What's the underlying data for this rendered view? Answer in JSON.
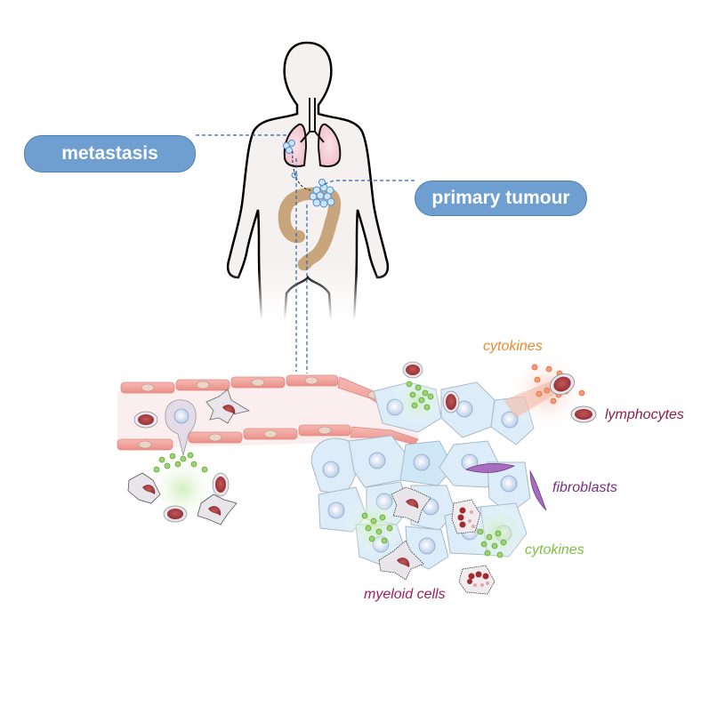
{
  "labels": {
    "metastasis": "metastasis",
    "primary_tumour": "primary tumour",
    "cytokines_top": "cytokines",
    "lymphocytes": "lymphocytes",
    "fibroblasts": "fibroblasts",
    "cytokines_bottom": "cytokines",
    "myeloid_cells": "myeloid cells"
  },
  "colors": {
    "pill_fill": "#6e9fd0",
    "pill_border": "#4f7fb3",
    "leader_line": "#2e64a8",
    "cytokines_orange": "#e88a2f",
    "cytokines_green": "#7dc242",
    "lymphocytes_text": "#8a1d4f",
    "fibroblasts_text": "#7a2d7e",
    "myeloid_text": "#a51c5a",
    "lung": "#f2c6d2",
    "colon": "#b98e5e",
    "tumour_cell": "#d6ebf7",
    "vessel": "#f0a6a0",
    "body_fill": "#f5f1f0"
  }
}
